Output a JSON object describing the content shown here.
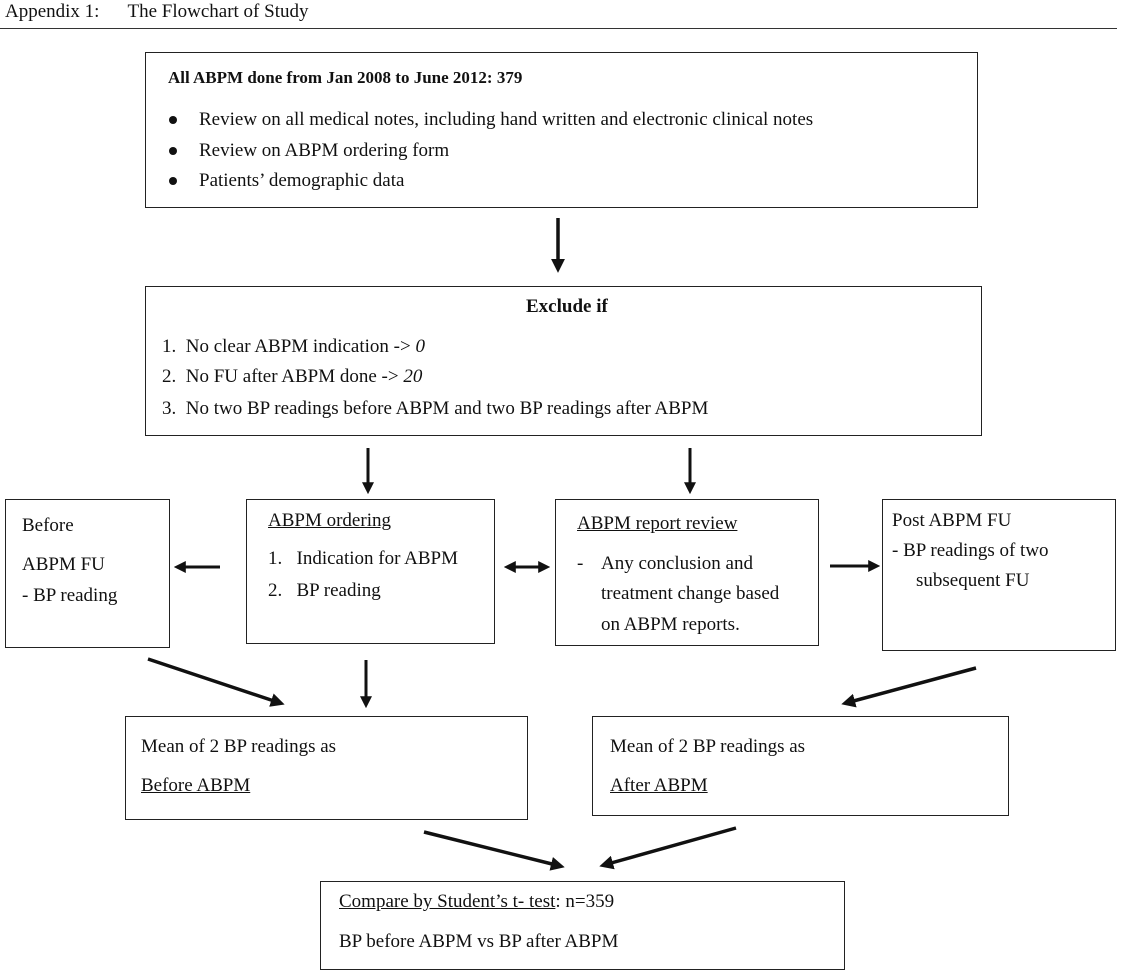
{
  "header": {
    "appendix": "Appendix 1:",
    "title": "The Flowchart of Study"
  },
  "box_all": {
    "title": "All ABPM done from Jan 2008 to June 2012: 379",
    "bullets": [
      "Review on all medical notes, including hand written and electronic clinical notes",
      "Review on ABPM ordering form",
      "Patients’ demographic data"
    ]
  },
  "box_exclude": {
    "title": "Exclude if",
    "items": [
      {
        "num": "1.",
        "text": "No clear ABPM indication -> ",
        "count": "0"
      },
      {
        "num": "2.",
        "text": "No FU after ABPM done -> ",
        "count": "20"
      },
      {
        "num": "3.",
        "text": "No two BP readings before ABPM and two BP readings after ABPM"
      }
    ]
  },
  "box_before_fu": {
    "line1": "Before",
    "line2": "ABPM FU",
    "line3": "- BP reading"
  },
  "box_ordering": {
    "title": "ABPM ordering",
    "items": [
      {
        "num": "1.",
        "text": "Indication for ABPM"
      },
      {
        "num": "2.",
        "text": "BP reading"
      }
    ]
  },
  "box_report": {
    "title": "ABPM report review",
    "dash": "-",
    "lines": [
      "Any conclusion and",
      "treatment change based",
      "on ABPM reports."
    ]
  },
  "box_post_fu": {
    "title": "Post ABPM FU",
    "line1": "- BP readings of two",
    "line2": "subsequent FU"
  },
  "box_mean_before": {
    "line1": "Mean of 2 BP readings as",
    "line2": "Before ABPM"
  },
  "box_mean_after": {
    "line1": "Mean of 2 BP readings as",
    "line2": "After ABPM"
  },
  "box_compare": {
    "title": "Compare by Student’s t- test",
    "n": ": n=359",
    "line2": "BP before ABPM vs BP after ABPM"
  }
}
